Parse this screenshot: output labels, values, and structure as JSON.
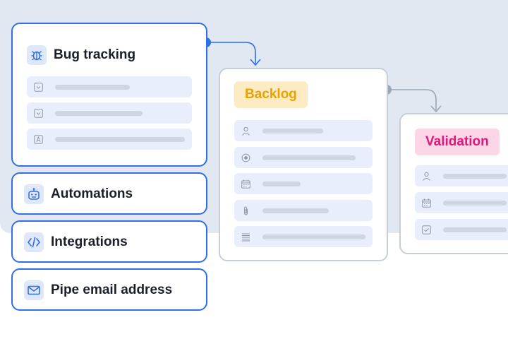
{
  "bug_card": {
    "title": "Bug tracking",
    "icon": "bug-icon",
    "fields": [
      {
        "icon": "dropdown-icon"
      },
      {
        "icon": "dropdown-icon"
      },
      {
        "icon": "text-field-icon"
      }
    ]
  },
  "menu": [
    {
      "label": "Automations",
      "icon": "robot-icon"
    },
    {
      "label": "Integrations",
      "icon": "code-icon"
    },
    {
      "label": "Pipe email address",
      "icon": "mail-icon"
    }
  ],
  "backlog": {
    "label": "Backlog",
    "color": "#e9a300",
    "bg": "#fdebc4",
    "fields": [
      {
        "icon": "person-icon"
      },
      {
        "icon": "radio-icon"
      },
      {
        "icon": "calendar-icon"
      },
      {
        "icon": "paperclip-icon"
      },
      {
        "icon": "list-icon"
      }
    ]
  },
  "validation": {
    "label": "Validation",
    "color": "#e0197a",
    "bg": "#fcd6e6",
    "fields": [
      {
        "icon": "person-icon"
      },
      {
        "icon": "calendar-icon"
      },
      {
        "icon": "checkbox-icon"
      }
    ]
  },
  "colors": {
    "accent": "#2f6fe8",
    "connector_grey": "#9aa8b6",
    "panel_bg": "#e2e8f2"
  }
}
